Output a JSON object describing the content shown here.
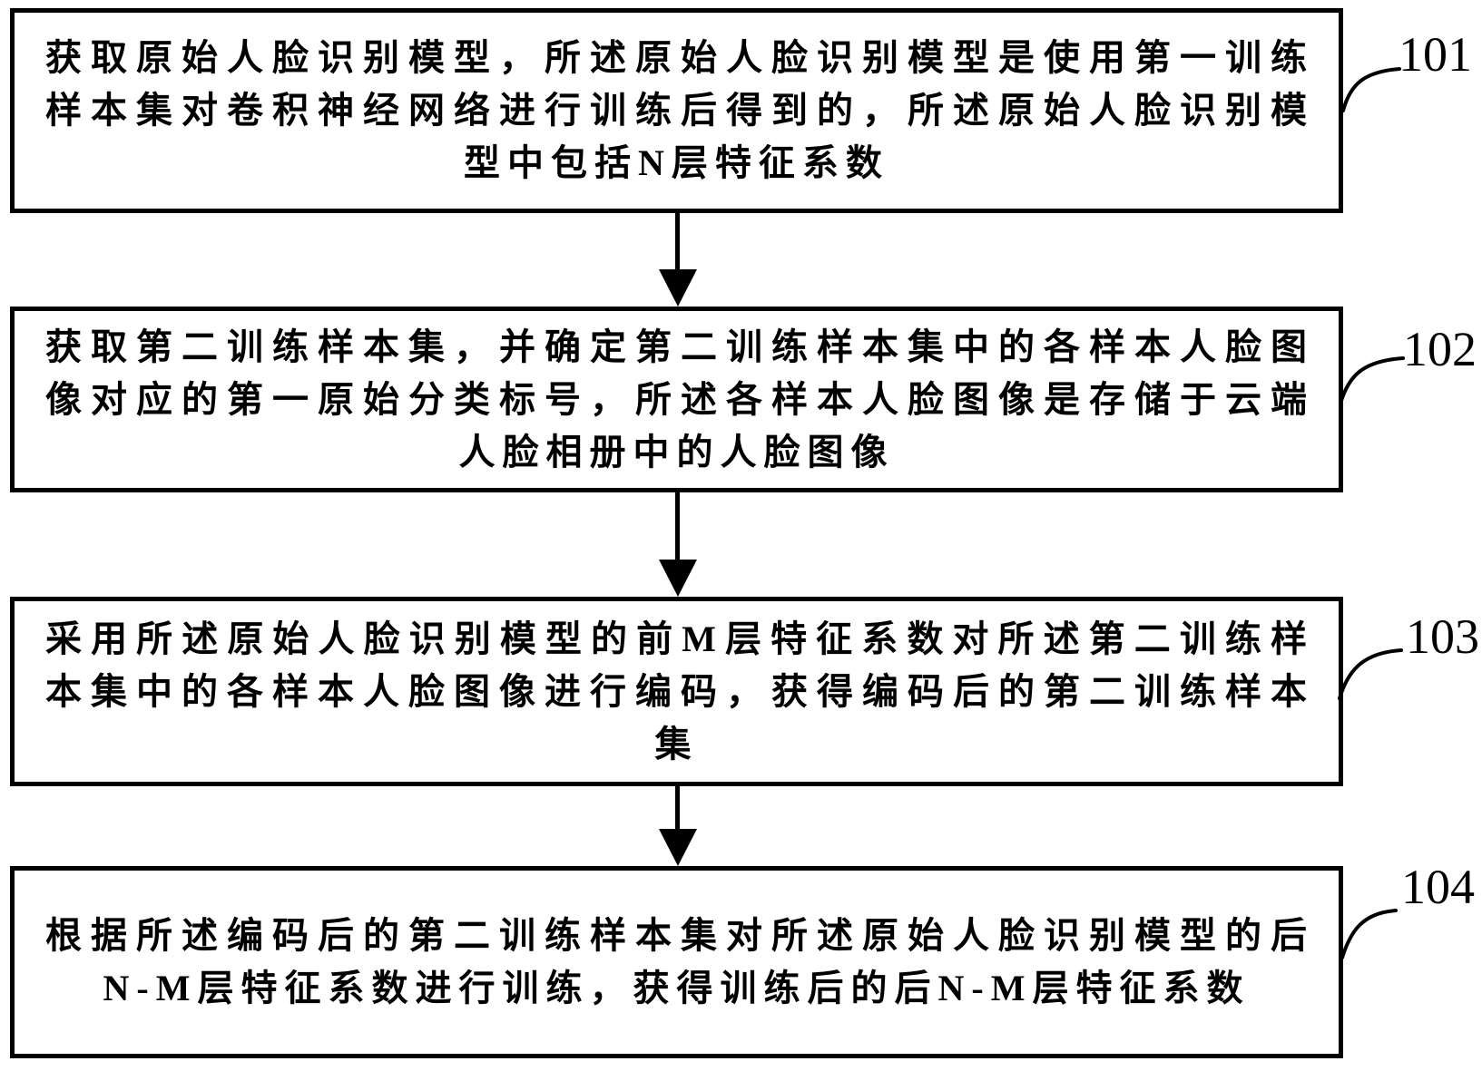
{
  "colors": {
    "ink": "#000000",
    "paper": "#ffffff"
  },
  "steps": [
    {
      "ref": "101",
      "lines": [
        "获取原始人脸识别模型，所述原始人脸识别模型是使用第一训练",
        "样本集对卷积神经网络进行训练后得到的，所述原始人脸识别模",
        "型中包括N层特征系数"
      ]
    },
    {
      "ref": "102",
      "lines": [
        "获取第二训练样本集，并确定第二训练样本集中的各样本人脸图",
        "像对应的第一原始分类标号，所述各样本人脸图像是存储于云端",
        "人脸相册中的人脸图像"
      ]
    },
    {
      "ref": "103",
      "lines": [
        "采用所述原始人脸识别模型的前M层特征系数对所述第二训练样",
        "本集中的各样本人脸图像进行编码，获得编码后的第二训练样本",
        "集"
      ]
    },
    {
      "ref": "104",
      "lines": [
        "根据所述编码后的第二训练样本集对所述原始人脸识别模型的后",
        "N-M层特征系数进行训练，获得训练后的后N-M层特征系数"
      ]
    }
  ]
}
